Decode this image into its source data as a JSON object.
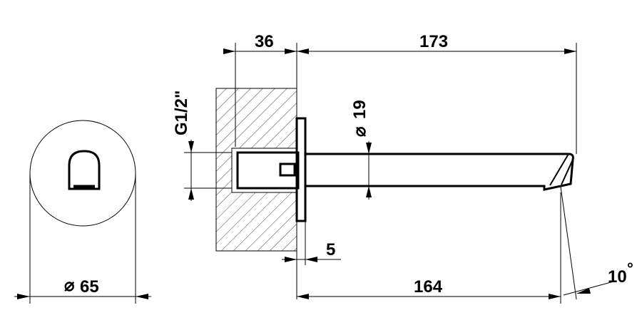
{
  "drawing": {
    "colors": {
      "line": "#000000",
      "hatch": "#444444",
      "background": "#ffffff"
    },
    "dimensions": {
      "diameter_front": "65",
      "wall_depth": "36",
      "spout_length": "173",
      "thread": "G1/2\"",
      "pipe_diameter": "19",
      "plate_thickness": "5",
      "spout_projection": "164",
      "angle": "10"
    },
    "symbols": {
      "diameter": "⌀",
      "degree": "°"
    }
  }
}
